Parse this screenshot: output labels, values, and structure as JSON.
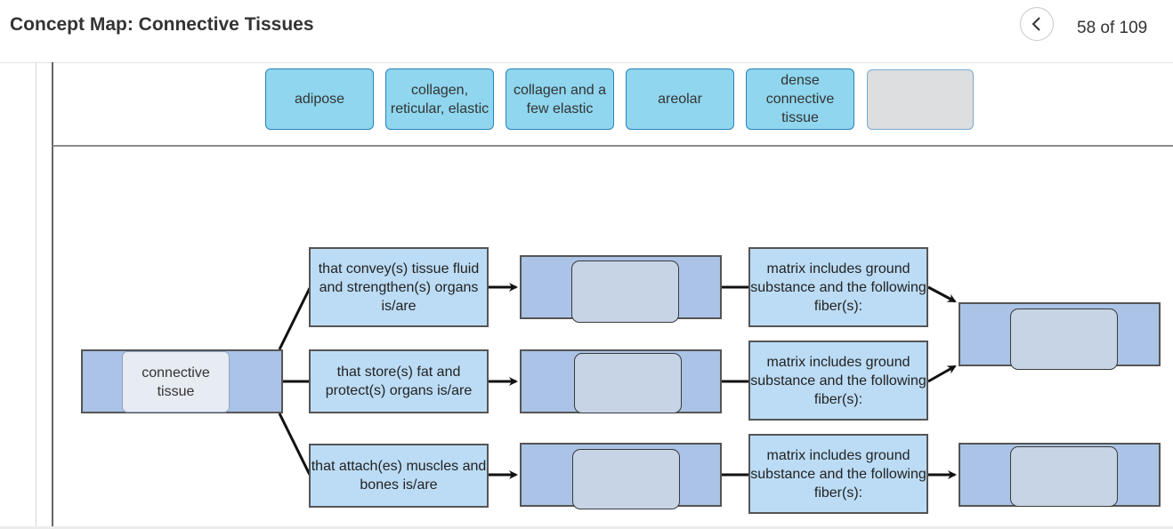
{
  "header": {
    "title": "Concept Map: Connective Tissues",
    "back_icon": "chevron-left-icon",
    "page_counter": "58 of 109"
  },
  "term_bank": [
    {
      "label": "adipose"
    },
    {
      "label": "collagen, reticular, elastic"
    },
    {
      "label": "collagen and a few elastic"
    },
    {
      "label": "areolar"
    },
    {
      "label": "dense connective tissue"
    },
    {
      "label": ""
    }
  ],
  "concept_map": {
    "root": {
      "label": "connective tissue"
    },
    "links": [
      {
        "text": "that convey(s) tissue fluid and strengthen(s) organs is/are"
      },
      {
        "text": "that store(s) fat and protect(s) organs is/are"
      },
      {
        "text": "that attach(es) muscles and bones is/are"
      }
    ],
    "matrix_links": [
      {
        "text": "matrix includes ground substance and the following fiber(s):"
      },
      {
        "text": "matrix includes ground substance and the following fiber(s):"
      },
      {
        "text": "matrix includes ground substance and the following fiber(s):"
      }
    ]
  },
  "colors": {
    "term_fill": "#8fd6ee",
    "band_fill": "#aac3e6",
    "link_fill": "#bcdcf5",
    "drop_fill": "#c6d4e6"
  }
}
